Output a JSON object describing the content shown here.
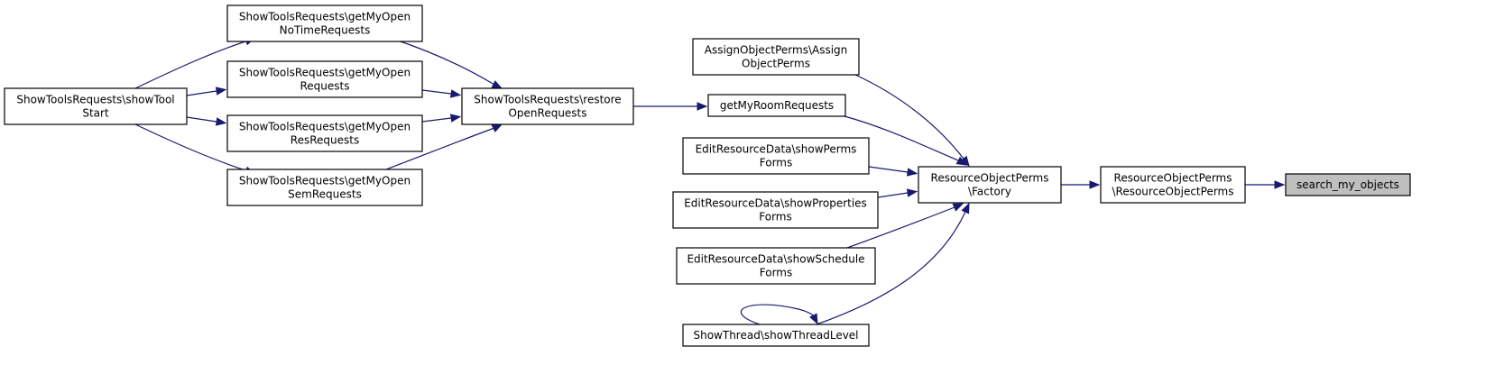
{
  "graph": {
    "nodes": [
      {
        "id": "n_showToolStart",
        "lines": [
          "ShowToolsRequests\\showTool",
          "Start"
        ]
      },
      {
        "id": "n_noTime",
        "lines": [
          "ShowToolsRequests\\getMyOpen",
          "NoTimeRequests"
        ]
      },
      {
        "id": "n_openReq",
        "lines": [
          "ShowToolsRequests\\getMyOpen",
          "Requests"
        ]
      },
      {
        "id": "n_resReq",
        "lines": [
          "ShowToolsRequests\\getMyOpen",
          "ResRequests"
        ]
      },
      {
        "id": "n_semReq",
        "lines": [
          "ShowToolsRequests\\getMyOpen",
          "SemRequests"
        ]
      },
      {
        "id": "n_restore",
        "lines": [
          "ShowToolsRequests\\restore",
          "OpenRequests"
        ]
      },
      {
        "id": "n_assign",
        "lines": [
          "AssignObjectPerms\\Assign",
          "ObjectPerms"
        ]
      },
      {
        "id": "n_room",
        "lines": [
          "getMyRoomRequests"
        ]
      },
      {
        "id": "n_perms",
        "lines": [
          "EditResourceData\\showPerms",
          "Forms"
        ]
      },
      {
        "id": "n_props",
        "lines": [
          "EditResourceData\\showProperties",
          "Forms"
        ]
      },
      {
        "id": "n_sched",
        "lines": [
          "EditResourceData\\showSchedule",
          "Forms"
        ]
      },
      {
        "id": "n_thread",
        "lines": [
          "ShowThread\\showThreadLevel"
        ]
      },
      {
        "id": "n_factory",
        "lines": [
          "ResourceObjectPerms",
          "\\Factory"
        ]
      },
      {
        "id": "n_rop",
        "lines": [
          "ResourceObjectPerms",
          "\\ResourceObjectPerms"
        ]
      },
      {
        "id": "n_search",
        "lines": [
          "search_my_objects"
        ],
        "focus": true
      }
    ],
    "edges": [
      {
        "from": "n_showToolStart",
        "to": "n_noTime"
      },
      {
        "from": "n_showToolStart",
        "to": "n_openReq"
      },
      {
        "from": "n_showToolStart",
        "to": "n_resReq"
      },
      {
        "from": "n_showToolStart",
        "to": "n_semReq"
      },
      {
        "from": "n_noTime",
        "to": "n_restore"
      },
      {
        "from": "n_openReq",
        "to": "n_restore"
      },
      {
        "from": "n_resReq",
        "to": "n_restore"
      },
      {
        "from": "n_semReq",
        "to": "n_restore"
      },
      {
        "from": "n_restore",
        "to": "n_room"
      },
      {
        "from": "n_assign",
        "to": "n_factory"
      },
      {
        "from": "n_room",
        "to": "n_factory"
      },
      {
        "from": "n_perms",
        "to": "n_factory"
      },
      {
        "from": "n_props",
        "to": "n_factory"
      },
      {
        "from": "n_sched",
        "to": "n_factory"
      },
      {
        "from": "n_thread",
        "to": "n_factory"
      },
      {
        "from": "n_thread",
        "to": "n_thread"
      },
      {
        "from": "n_factory",
        "to": "n_rop"
      },
      {
        "from": "n_rop",
        "to": "n_search"
      }
    ]
  },
  "colors": {
    "edge": "#191970",
    "node_border": "#000000",
    "focus_fill": "#bfbfbf"
  }
}
